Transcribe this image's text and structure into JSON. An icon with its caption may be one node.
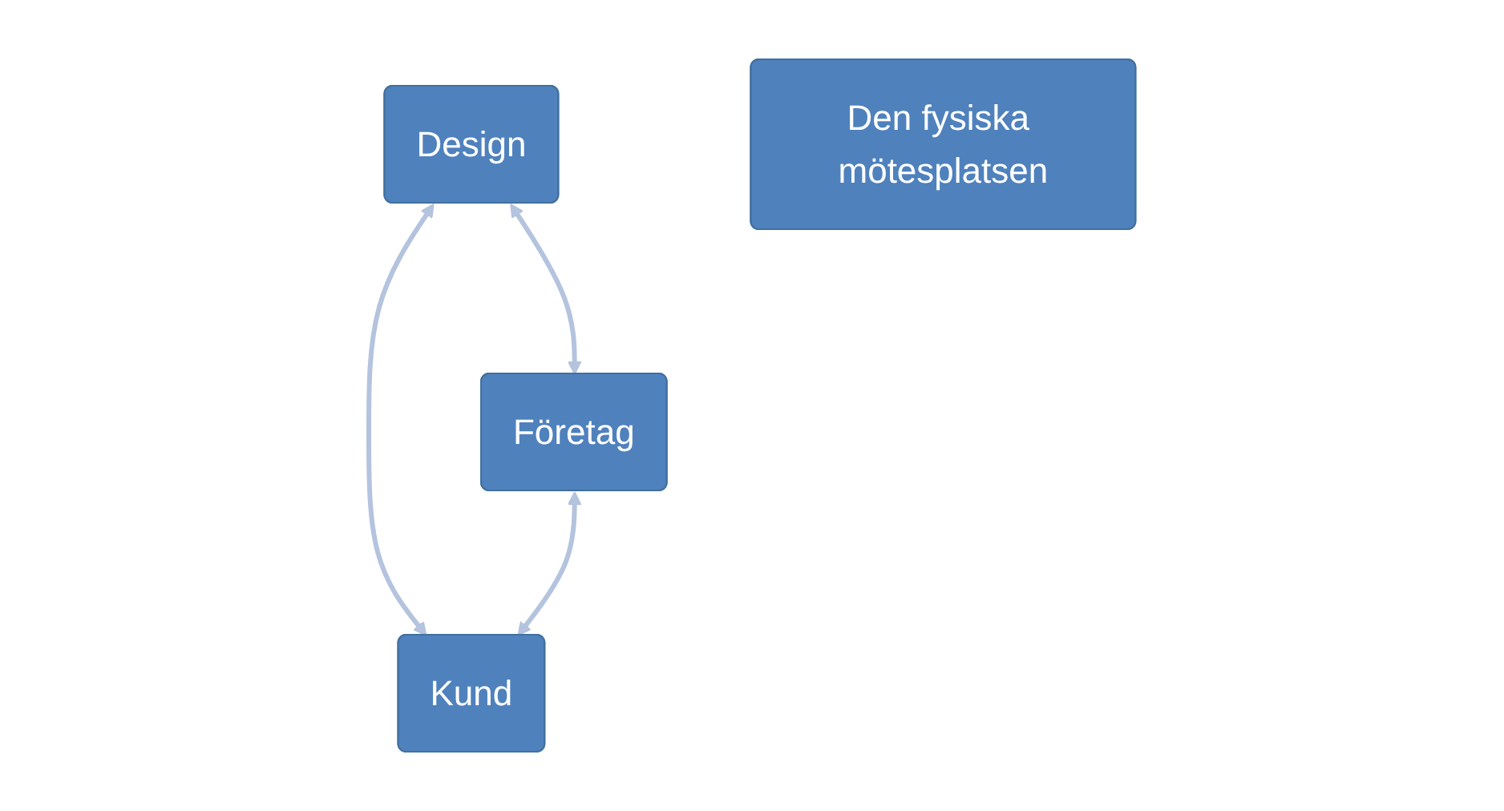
{
  "diagram": {
    "nodes": [
      {
        "text": [
          "Design"
        ]
      },
      {
        "text": [
          "Den fysiska mötesplatsen"
        ]
      },
      {
        "text": [
          "Företag"
        ]
      },
      {
        "text": [
          "Kund"
        ]
      }
    ],
    "edges": [
      {
        "from": 0,
        "to": 2,
        "arrow": "both"
      },
      {
        "from": 0,
        "to": 3,
        "arrow": "both"
      },
      {
        "from": 2,
        "to": 3,
        "arrow": "both"
      }
    ]
  }
}
